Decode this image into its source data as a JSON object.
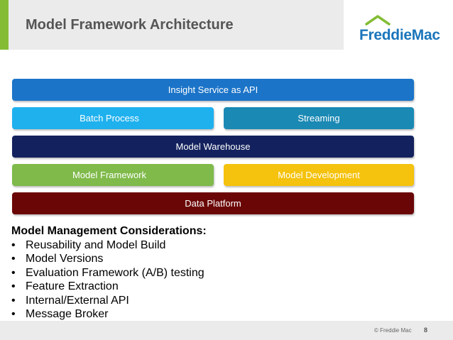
{
  "slide": {
    "title": "Model Framework Architecture",
    "logo": {
      "part1": "Freddie",
      "part2": "Mac"
    }
  },
  "architecture": {
    "insight": "Insight Service as API",
    "batch": "Batch Process",
    "streaming": "Streaming",
    "warehouse": "Model Warehouse",
    "framework": "Model Framework",
    "development": "Model Development",
    "data_platform": "Data Platform"
  },
  "considerations": {
    "heading": "Model Management Considerations:",
    "items": [
      "Reusability and Model Build",
      "Model Versions",
      "Evaluation Framework (A/B) testing",
      "Feature Extraction",
      "Internal/External API",
      "Message Broker"
    ]
  },
  "footer": {
    "copyright": "© Freddie Mac",
    "page": "8"
  },
  "colors": {
    "accent_green": "#84bd35",
    "insight": "#1b74c8",
    "batch": "#1fb1ee",
    "streaming": "#1a89b4",
    "warehouse": "#13225e",
    "framework": "#7fba4a",
    "development": "#f5c20d",
    "data_platform": "#6b0606"
  }
}
